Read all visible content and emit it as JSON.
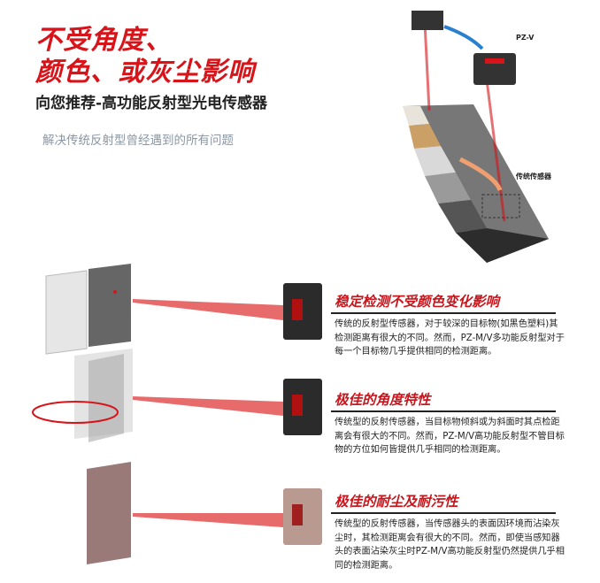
{
  "header": {
    "title_line1": "不受角度、",
    "title_line2": "颜色、或灰尘影响",
    "subtitle": "向您推荐-高功能反射型光电传感器",
    "tagline": "解决传统反射型曾经遇到的所有问题"
  },
  "illustration": {
    "pzv_label": "PZ-V",
    "conventional_label": "传统传感器"
  },
  "features": [
    {
      "heading": "稳定检测不受颜色变化影响",
      "text": "传统的反射型传感器，对于较深的目标物(如黑色塑料)其检测距离有很大的不同。然而，PZ-M/V多功能反射型对于每一个目标物几乎提供相同的检测距离。"
    },
    {
      "heading": "极佳的角度特性",
      "text": "传统型的反射传感器，当目标物倾斜或为斜面时其点检距离会有很大的不同。然而，PZ-M/V高功能反射型不管目标物的方位如何皆提供几乎相同的检测距离。"
    },
    {
      "heading": "极佳的耐尘及耐污性",
      "text": "传统型的反射传感器，当传感器头的表面因环境而沾染灰尘时，其检测距离会有很大的不同。然而，即使当感知器头的表面沾染灰尘时PZ-M/V高功能反射型仍然提供几乎相同的检测距离。"
    }
  ],
  "colors": {
    "accent": "#d7141a",
    "text": "#222222",
    "muted": "#8a96a3"
  }
}
